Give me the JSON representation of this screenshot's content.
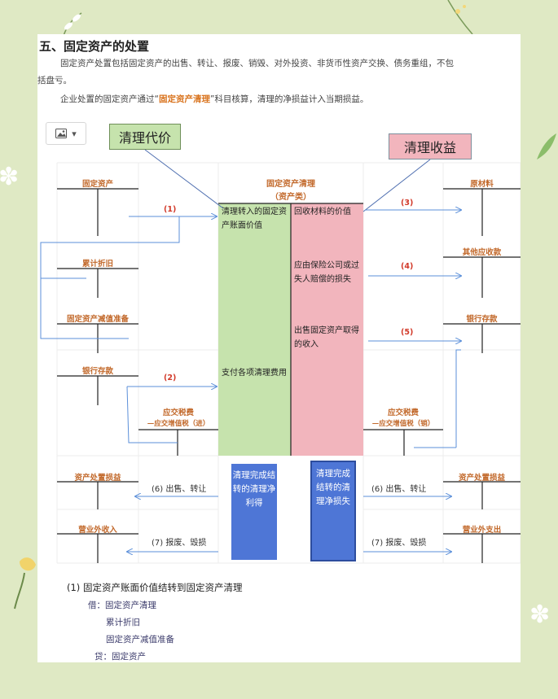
{
  "section": {
    "heading": "五、固定资产的处置",
    "para1_line1": "固定资产处置包括固定资产的出售、转让、报废、销毁、对外投资、非货币性资产交换、债务重组，不包",
    "para1_line2": "括盘亏。",
    "para2_pre": "企业处置的固定资产通过“",
    "para2_highlight": "固定资产清理",
    "para2_post": "”科目核算，清理的净损益计入当期损益。"
  },
  "toolbar": {
    "image_icon": "image-icon",
    "caret": "▾"
  },
  "callouts": {
    "left": "清理代价",
    "right": "清理收益"
  },
  "diagram": {
    "center_title": "固定资产清理",
    "center_subtitle": "（资产类）",
    "debit_cells": [
      "清理转入的固定资产账面价值",
      "支付各项清理费用"
    ],
    "credit_cells": [
      "回收材料的价值",
      "应由保险公司或过失人赔偿的损失",
      "出售固定资产取得的收入"
    ],
    "left_accounts": [
      "固定资产",
      "累计折旧",
      "固定资产减值准备",
      "银行存款"
    ],
    "left_tax_account": "应交税费",
    "left_tax_sub": "—应交增值税（进）",
    "right_accounts": [
      "原材料",
      "其他应收款",
      "银行存款"
    ],
    "right_tax_account": "应交税费",
    "right_tax_sub": "—应交增值税（销）",
    "numbers": [
      "(1)",
      "(2)",
      "(3)",
      "(4)",
      "(5)"
    ],
    "bottom_left_accounts": [
      "资产处置损益",
      "营业外收入"
    ],
    "bottom_right_accounts": [
      "资产处置损益",
      "营业外支出"
    ],
    "flow_labels": [
      "(6) 出售、转让",
      "(7) 报废、毁损",
      "(6) 出售、转让",
      "(7) 报废、毁损"
    ],
    "gain_box": "清理完成结转的清理净利得",
    "loss_box": "清理完成结转的清理净损失"
  },
  "entries": {
    "title": "(1)  固定资产账面价值结转到固定资产清理",
    "debit": "借：固定资产清理",
    "debit2": "累计折旧",
    "debit3": "固定资产减值准备",
    "credit": "贷：固定资产"
  },
  "colors": {
    "green": "#c6e3ad",
    "pink": "#f2b5bd",
    "accent_orange": "#c2682a",
    "arrow_blue": "#5b8fd9",
    "box_blue": "#4e76d6"
  }
}
